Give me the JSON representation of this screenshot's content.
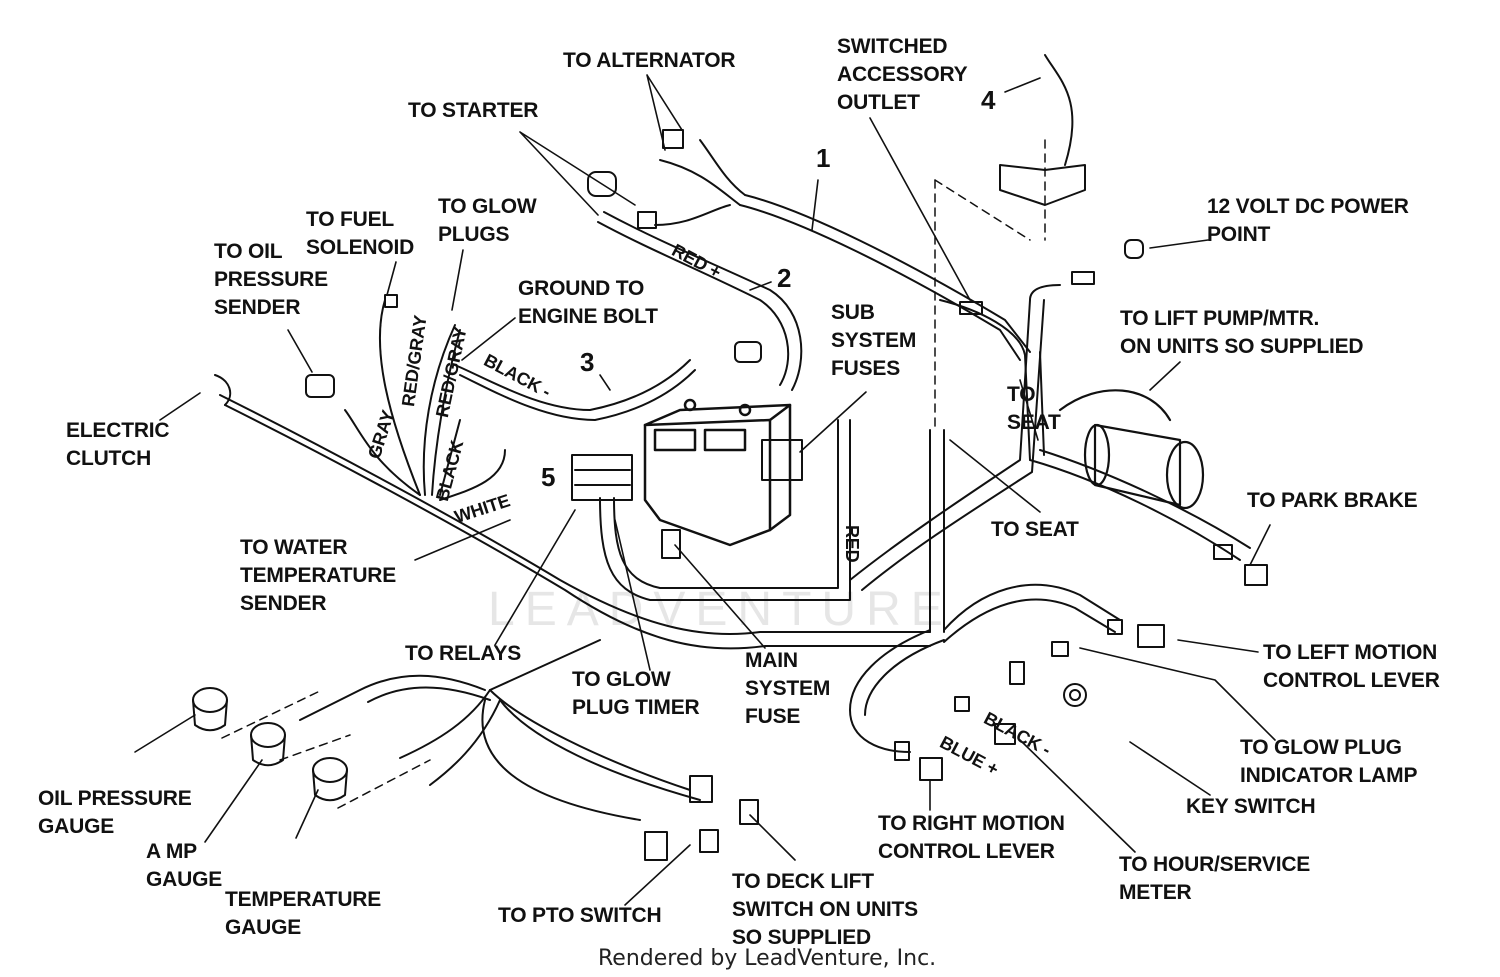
{
  "labels": {
    "to_alternator": "TO ALTERNATOR",
    "switched_outlet": "SWITCHED\nACCESSORY\nOUTLET",
    "to_starter": "TO STARTER",
    "to_fuel_solenoid": "TO FUEL\nSOLENOID",
    "to_glow_plugs": "TO GLOW\nPLUGS",
    "to_oil_pressure_sender": "TO OIL\nPRESSURE\nSENDER",
    "ground_to_engine_bolt": "GROUND TO\nENGINE BOLT",
    "power_point": "12 VOLT DC POWER\nPOINT",
    "sub_system_fuses": "SUB\nSYSTEM\nFUSES",
    "to_lift_pump": "TO LIFT PUMP/MTR.\nON UNITS SO SUPPLIED",
    "electric_clutch": "ELECTRIC\nCLUTCH",
    "to_seat_upper": "TO\nSEAT",
    "to_park_brake": "TO PARK BRAKE",
    "to_seat_lower": "TO SEAT",
    "to_water_temp_sender": "TO WATER\nTEMPERATURE\nSENDER",
    "to_relays": "TO RELAYS",
    "to_left_motion": "TO LEFT MOTION\nCONTROL LEVER",
    "to_glow_plug_timer": "TO GLOW\nPLUG TIMER",
    "main_system_fuse": "MAIN\nSYSTEM\nFUSE",
    "to_glow_plug_lamp": "TO GLOW PLUG\nINDICATOR LAMP",
    "oil_pressure_gauge": "OIL PRESSURE\nGAUGE",
    "key_switch": "KEY SWITCH",
    "amp_gauge": "A MP\nGAUGE",
    "temperature_gauge": "TEMPERATURE\nGAUGE",
    "to_right_motion": "TO RIGHT MOTION\nCONTROL LEVER",
    "to_hour_meter": "TO HOUR/SERVICE\nMETER",
    "to_pto_switch": "TO PTO SWITCH",
    "to_deck_lift": "TO DECK LIFT\nSWITCH ON UNITS\nSO SUPPLIED"
  },
  "callouts": [
    "1",
    "2",
    "3",
    "4",
    "5"
  ],
  "wire_tags": {
    "red_plus": "RED +",
    "black_minus": "BLACK -",
    "red_gray_1": "RED/GRAY",
    "red_gray_2": "RED/GRAY",
    "gray": "GRAY",
    "black": "BLACK",
    "white": "WHITE",
    "red": "RED",
    "black_minus_2": "BLACK -",
    "blue_plus": "BLUE +"
  },
  "watermark": "LEADVENTURE",
  "footer": "Rendered by LeadVenture, Inc."
}
